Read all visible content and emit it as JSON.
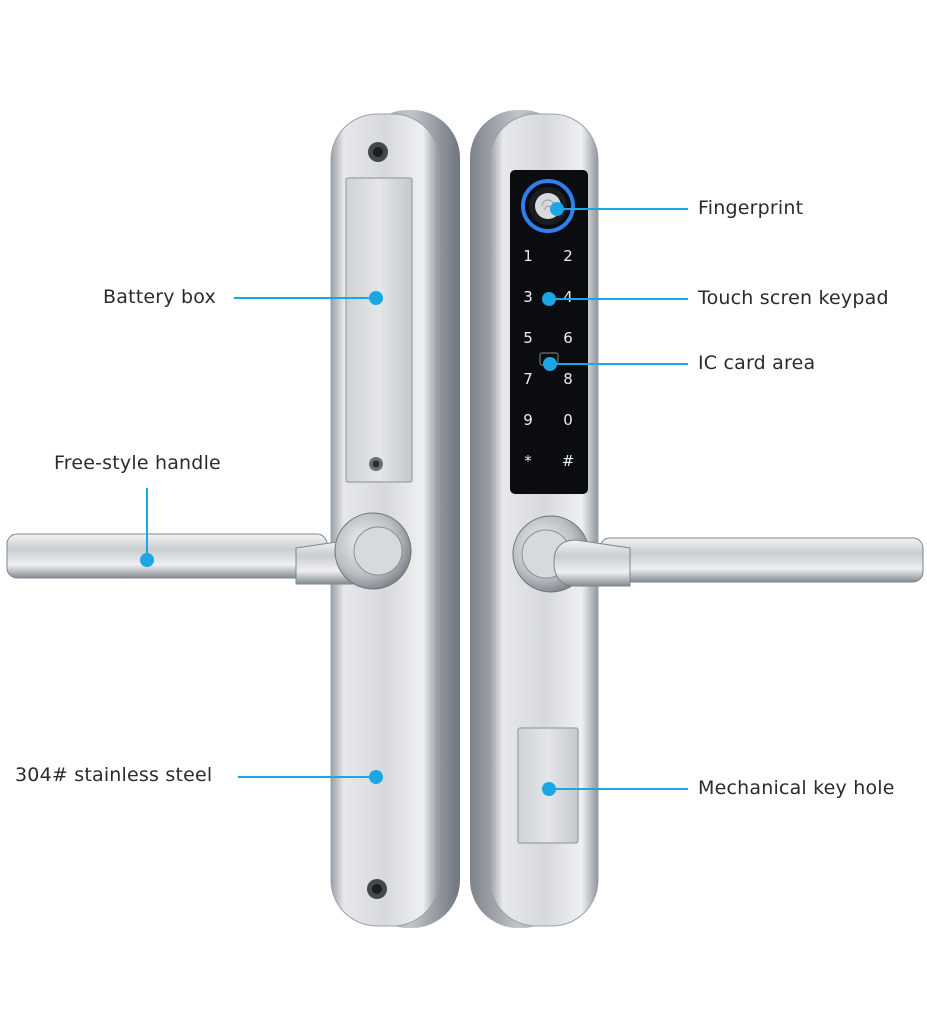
{
  "colors": {
    "callout": "#1aa7e4",
    "steel_light": "#eceef0",
    "steel_mid": "#c9cdd1",
    "steel_dark": "#8f959b",
    "keypad_bg": "#0b0c0f",
    "fingerprint_ring": "#2f7ff2"
  },
  "keypad": {
    "keys": [
      [
        "1",
        "2"
      ],
      [
        "3",
        "4"
      ],
      [
        "5",
        "6"
      ],
      [
        "7",
        "8"
      ],
      [
        "9",
        "0"
      ],
      [
        "*",
        "#"
      ]
    ]
  },
  "labels": {
    "fingerprint": "Fingerprint",
    "keypad": "Touch scren keypad",
    "ic_card": "IC card area",
    "mechanical_key": "Mechanical key hole",
    "battery": "Battery box",
    "handle": "Free-style handle",
    "steel": "304# stainless steel"
  },
  "icons": [
    "fingerprint-icon",
    "ic-card-icon",
    "screw-icon"
  ]
}
